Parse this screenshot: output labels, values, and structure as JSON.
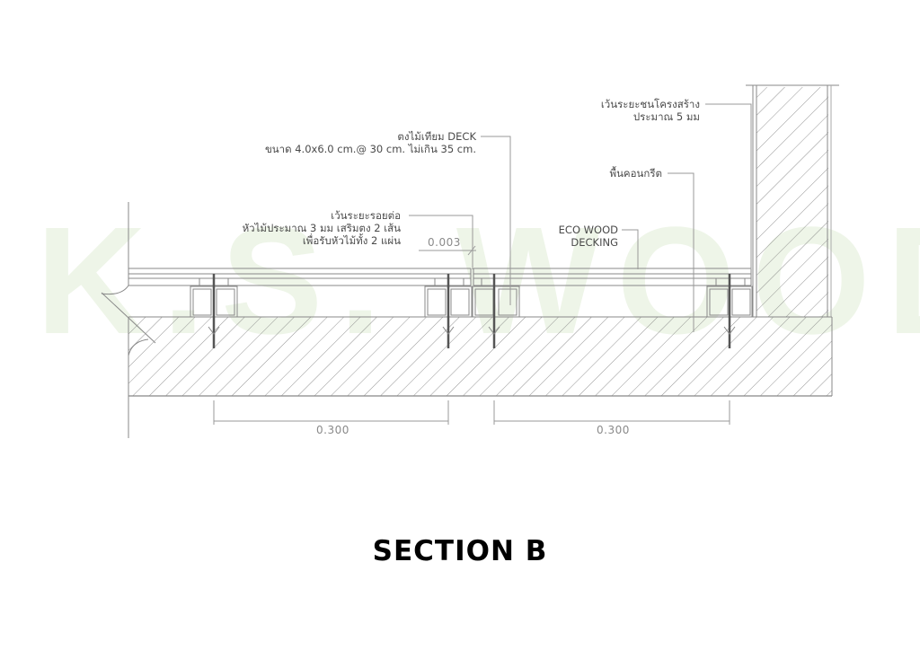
{
  "drawing": {
    "title": "SECTION B",
    "watermark": "K.S. WOOD",
    "watermark_color": "#eef5e8",
    "line_color": "#6e6e6e",
    "annotations": {
      "wall_gap": {
        "line1": "เว้นระยะชนโครงสร้าง",
        "line2": "ประมาณ 5 มม"
      },
      "joist": {
        "line1": "ตงไม้เทียม DECK",
        "line2": "ขนาด 4.0x6.0 cm.@ 30 cm. ไม่เกิน 35 cm."
      },
      "concrete": {
        "line1": "พื้นคอนกรีต"
      },
      "joint_gap": {
        "line1": "เว้นระยะรอยต่อ",
        "line2": "หัวไม้ประมาณ 3 มม เสริมตง 2 เส้น",
        "line3": "เพื่อรับหัวไม้ทั้ง 2 แผ่น"
      },
      "decking": {
        "line1": "ECO WOOD",
        "line2": "DECKING"
      }
    },
    "dimensions": {
      "gap": "0.003",
      "span_left": "0.300",
      "span_right": "0.300"
    }
  }
}
